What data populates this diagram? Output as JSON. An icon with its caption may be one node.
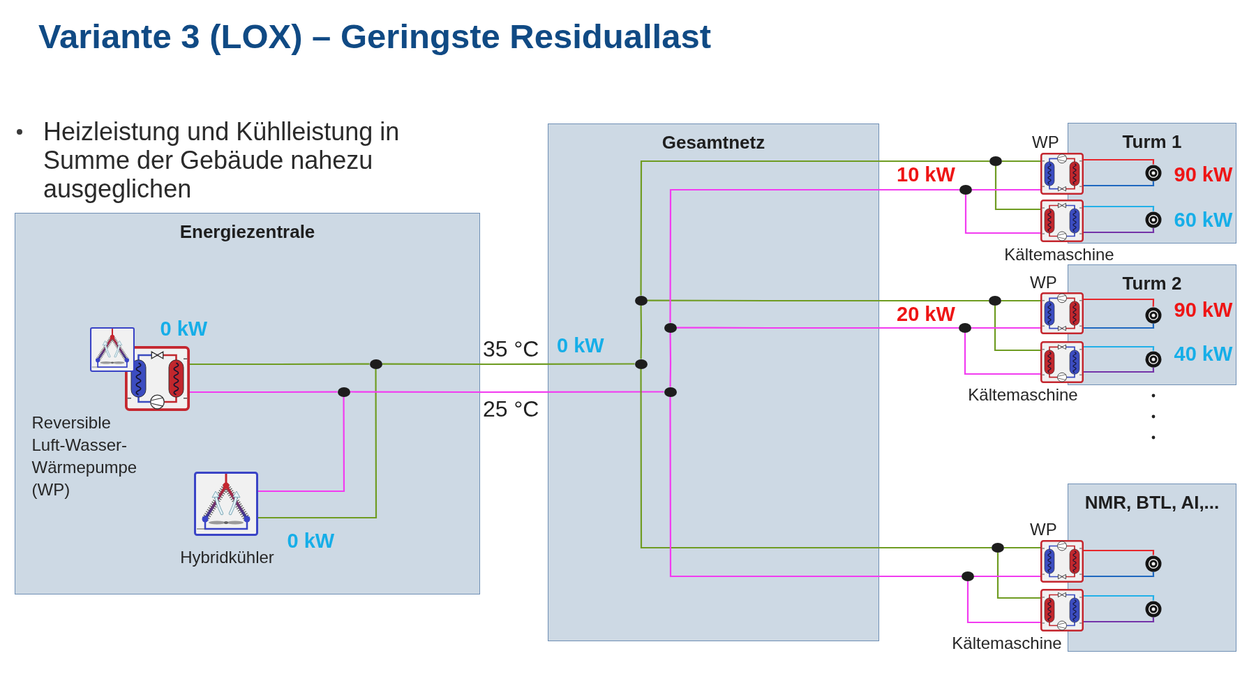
{
  "diagram": {
    "title": "Variante 3 (LOX) – Geringste Residuallast",
    "nodes": [
      {
        "text": [
          "Energiezentrale"
        ]
      },
      {
        "text": [],
        "shape": "picture",
        "in": 0,
        "beside": [
          "Reversible Luft-Wasser-Wärmepumpe (WP)",
          "0 kW"
        ]
      },
      {
        "text": [],
        "shape": "picture",
        "in": 0,
        "beside": [
          "Hybridkühler",
          "0 kW"
        ]
      },
      {
        "text": [],
        "shape": "circle",
        "in": 0
      },
      {
        "text": [],
        "shape": "circle",
        "in": 0
      },
      {
        "text": [
          "Gesamtnetz"
        ]
      },
      {
        "text": [],
        "shape": "circle",
        "in": 5
      },
      {
        "text": [],
        "shape": "circle",
        "in": 5
      },
      {
        "text": [],
        "shape": "circle",
        "in": 5
      },
      {
        "text": [],
        "shape": "circle",
        "in": 5
      },
      {
        "text": [
          "Turm 1"
        ]
      },
      {
        "text": [],
        "shape": "circle"
      },
      {
        "text": [],
        "shape": "circle"
      },
      {
        "text": [],
        "shape": "picture",
        "beside": [
          "WP"
        ]
      },
      {
        "text": [],
        "shape": "picture",
        "beside": [
          "Kältemaschine"
        ]
      },
      {
        "text": [],
        "shape": "circle",
        "in": 10,
        "beside": [
          "90 kW"
        ]
      },
      {
        "text": [],
        "shape": "circle",
        "in": 10,
        "beside": [
          "60 kW"
        ]
      },
      {
        "text": [
          "Turm 2"
        ]
      },
      {
        "text": [],
        "shape": "circle"
      },
      {
        "text": [],
        "shape": "circle"
      },
      {
        "text": [],
        "shape": "picture",
        "beside": [
          "WP"
        ]
      },
      {
        "text": [],
        "shape": "picture",
        "beside": [
          "Kältemaschine"
        ]
      },
      {
        "text": [],
        "shape": "circle",
        "in": 17,
        "beside": [
          "90 kW"
        ]
      },
      {
        "text": [],
        "shape": "circle",
        "in": 17,
        "beside": [
          "40 kW"
        ]
      },
      {
        "text": [
          "NMR, BTL, AI,..."
        ]
      },
      {
        "text": [],
        "shape": "circle"
      },
      {
        "text": [],
        "shape": "circle"
      },
      {
        "text": [],
        "shape": "picture",
        "beside": [
          "WP"
        ]
      },
      {
        "text": [],
        "shape": "picture",
        "beside": [
          "Kältemaschine"
        ]
      },
      {
        "text": [],
        "shape": "circle",
        "in": 24
      },
      {
        "text": [],
        "shape": "circle",
        "in": 24
      }
    ],
    "edges": [
      {
        "from": 1,
        "to": 3,
        "arrow": "none",
        "color": "#6f9c22"
      },
      {
        "from": 2,
        "to": 3,
        "arrow": "none",
        "color": "#6f9c22"
      },
      {
        "from": 1,
        "to": 4,
        "arrow": "none",
        "color": "#f23cf0"
      },
      {
        "from": 2,
        "to": 4,
        "arrow": "none",
        "color": "#f23cf0"
      },
      {
        "from": 3,
        "to": 7,
        "arrow": "none",
        "color": "#6f9c22"
      },
      {
        "from": 4,
        "to": 9,
        "arrow": "none",
        "color": "#f23cf0"
      },
      {
        "from": 7,
        "to": 6,
        "arrow": "none",
        "color": "#6f9c22"
      },
      {
        "from": 6,
        "to": 11,
        "arrow": "none",
        "color": "#6f9c22"
      },
      {
        "from": 6,
        "to": 18,
        "arrow": "none",
        "color": "#6f9c22"
      },
      {
        "from": 7,
        "to": 25,
        "arrow": "none",
        "color": "#6f9c22"
      },
      {
        "from": 9,
        "to": 8,
        "arrow": "none",
        "color": "#f23cf0"
      },
      {
        "from": 8,
        "to": 12,
        "arrow": "none",
        "color": "#f23cf0"
      },
      {
        "from": 8,
        "to": 19,
        "arrow": "none",
        "color": "#f23cf0"
      },
      {
        "from": 9,
        "to": 26,
        "arrow": "none",
        "color": "#f23cf0"
      },
      {
        "from": 11,
        "to": 13,
        "arrow": "none",
        "color": "#6f9c22"
      },
      {
        "from": 11,
        "to": 14,
        "arrow": "none",
        "color": "#6f9c22"
      },
      {
        "from": 12,
        "to": 13,
        "arrow": "none",
        "color": "#f23cf0"
      },
      {
        "from": 12,
        "to": 14,
        "arrow": "none",
        "color": "#f23cf0"
      },
      {
        "from": 18,
        "to": 20,
        "arrow": "none",
        "color": "#6f9c22"
      },
      {
        "from": 18,
        "to": 21,
        "arrow": "none",
        "color": "#6f9c22"
      },
      {
        "from": 19,
        "to": 20,
        "arrow": "none",
        "color": "#f23cf0"
      },
      {
        "from": 19,
        "to": 21,
        "arrow": "none",
        "color": "#f23cf0"
      },
      {
        "from": 25,
        "to": 27,
        "arrow": "none",
        "color": "#6f9c22"
      },
      {
        "from": 25,
        "to": 28,
        "arrow": "none",
        "color": "#6f9c22"
      },
      {
        "from": 26,
        "to": 27,
        "arrow": "none",
        "color": "#f23cf0"
      },
      {
        "from": 26,
        "to": 28,
        "arrow": "none",
        "color": "#f23cf0"
      },
      {
        "from": 13,
        "to": 15,
        "arrow": "none",
        "color": "#e8262b"
      },
      {
        "from": 13,
        "to": 15,
        "arrow": "none",
        "color": "#1f68bf"
      },
      {
        "from": 14,
        "to": 16,
        "arrow": "none",
        "color": "#22b0e8"
      },
      {
        "from": 14,
        "to": 16,
        "arrow": "none",
        "color": "#7434a8"
      },
      {
        "from": 20,
        "to": 22,
        "arrow": "none",
        "color": "#e8262b"
      },
      {
        "from": 20,
        "to": 22,
        "arrow": "none",
        "color": "#1f68bf"
      },
      {
        "from": 21,
        "to": 23,
        "arrow": "none",
        "color": "#22b0e8"
      },
      {
        "from": 21,
        "to": 23,
        "arrow": "none",
        "color": "#7434a8"
      },
      {
        "from": 27,
        "to": 29,
        "arrow": "none",
        "color": "#e8262b"
      },
      {
        "from": 27,
        "to": 29,
        "arrow": "none",
        "color": "#1f68bf"
      },
      {
        "from": 28,
        "to": 30,
        "arrow": "none",
        "color": "#22b0e8"
      },
      {
        "from": 28,
        "to": 30,
        "arrow": "none",
        "color": "#7434a8"
      }
    ],
    "labels": [
      "Heizleistung und Kühlleistung in Summe der Gebäude nahezu ausgeglichen",
      "10 kW",
      "20 kW",
      "35 °C",
      "0 kW",
      "25 °C"
    ]
  }
}
